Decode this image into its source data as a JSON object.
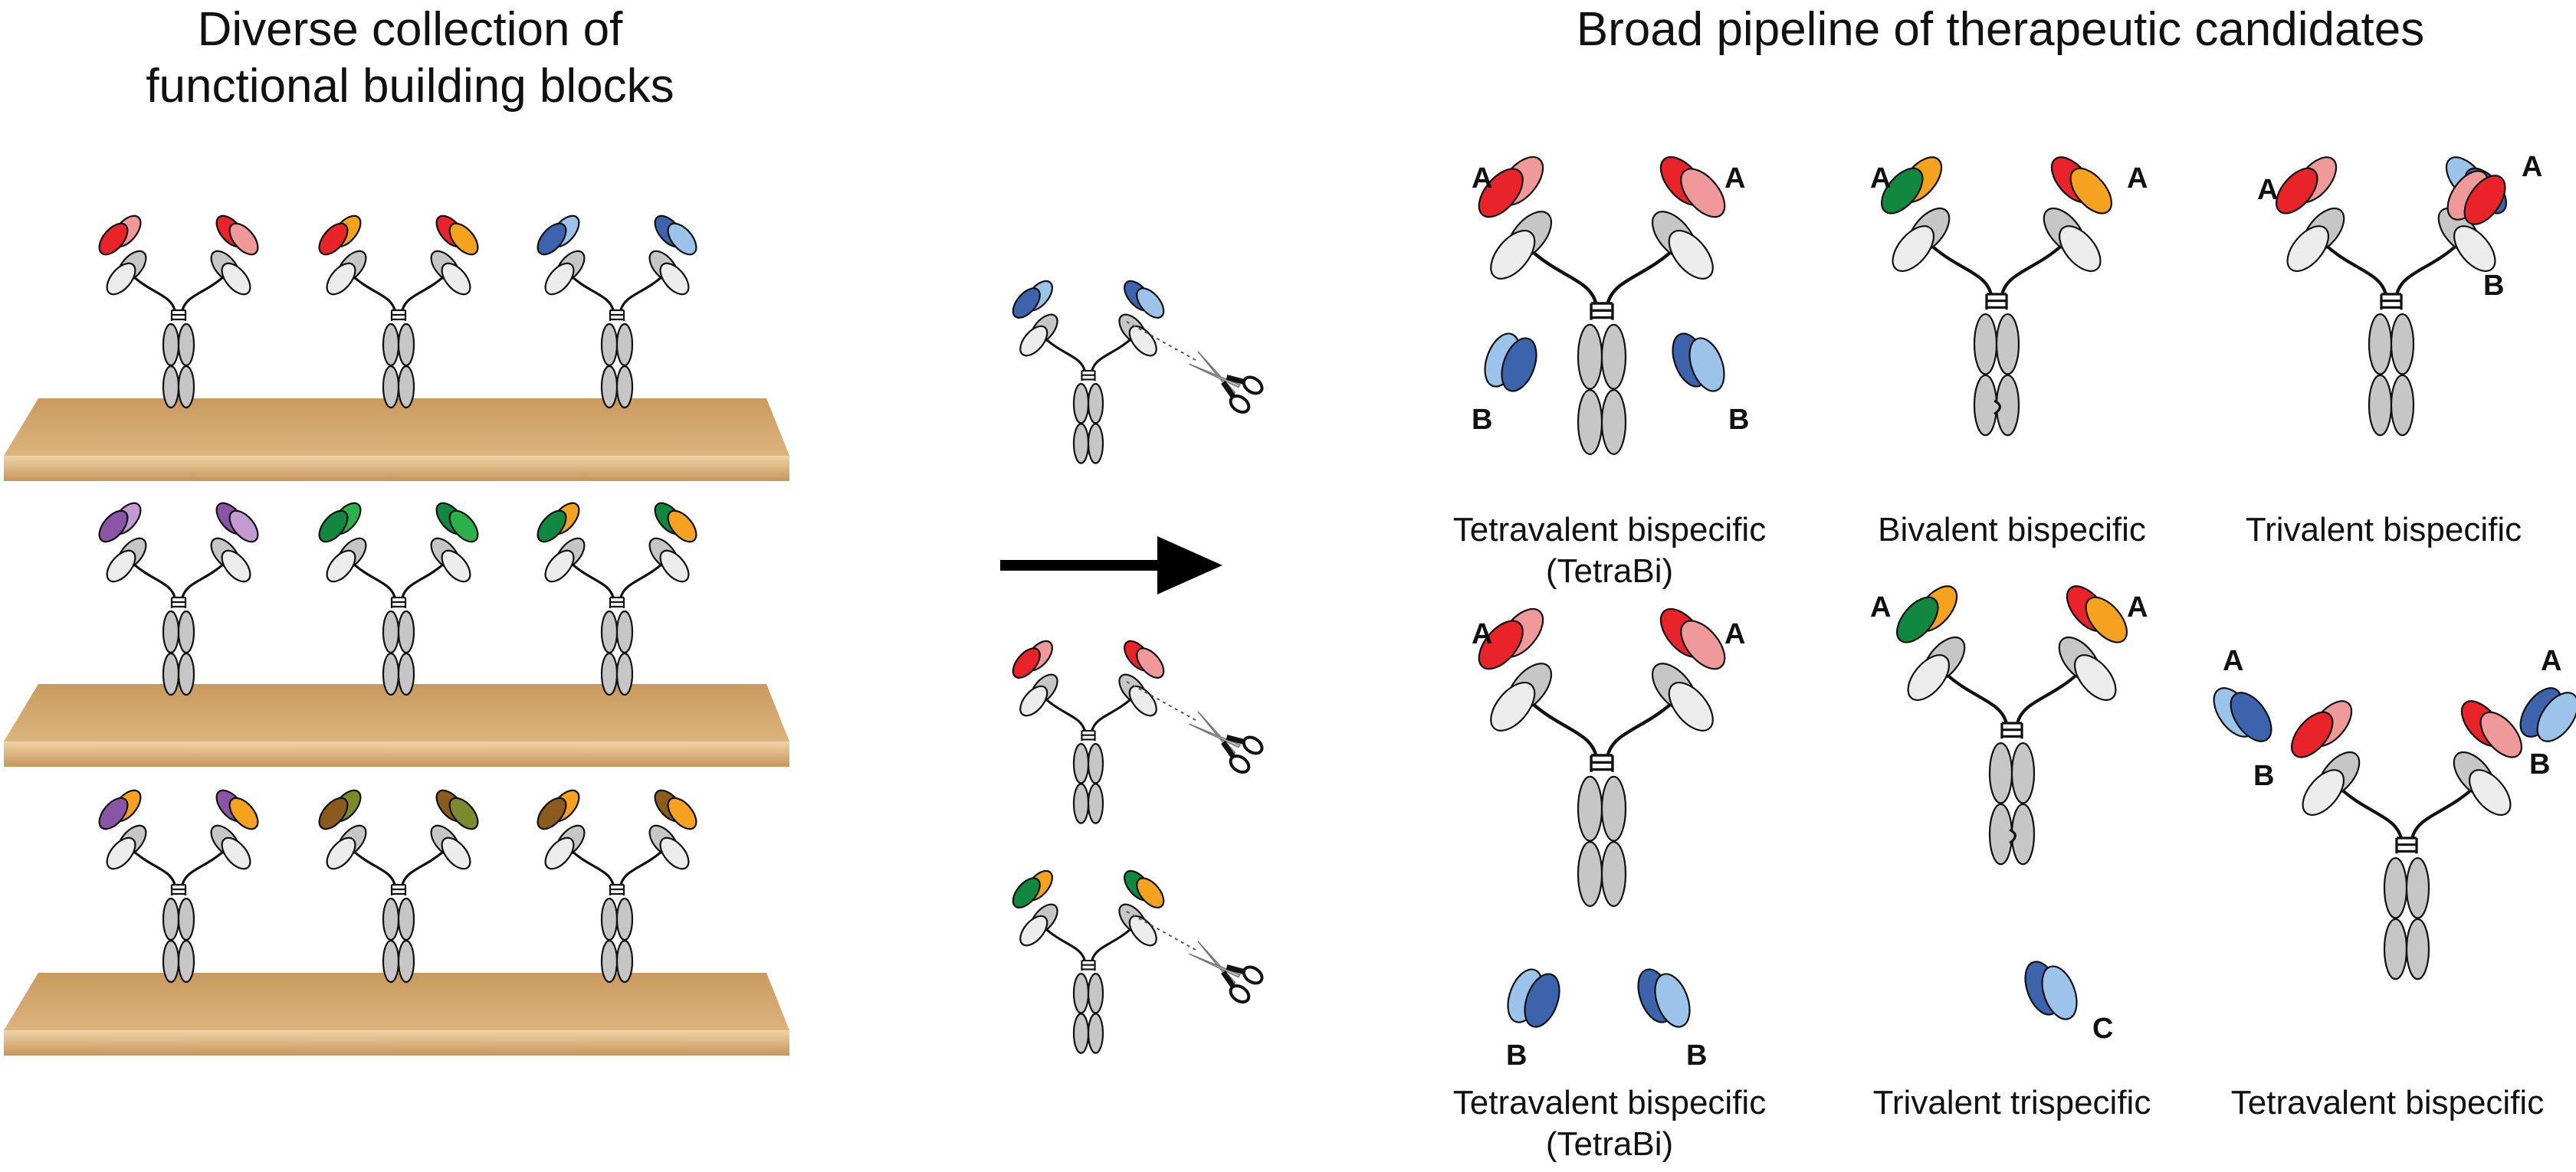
{
  "left_title": "Diverse collection of\nfunctional building blocks",
  "right_title": "Broad pipeline of therapeutic candidates",
  "captions": {
    "tetrabi_1": "Tetravalent bispecific\n(TetraBi)",
    "bivalent": "Bivalent bispecific",
    "trivalent_bi": "Trivalent bispecific",
    "tetrabi_2": "Tetravalent bispecific\n(TetraBi)",
    "trivalent_tri": "Trivalent trispecific",
    "tetravalent_bi": "Tetravalent bispecific"
  },
  "domain_labels": {
    "a": "A",
    "b": "B",
    "c": "C"
  },
  "colors": {
    "red": "#e8232a",
    "pink": "#f0999a",
    "orange": "#f4a21f",
    "lightblue": "#9cc3ea",
    "blue": "#3d63ad",
    "purple": "#8a55a6",
    "lilac": "#c39bd0",
    "green": "#12873f",
    "brightgreen": "#2cb04b",
    "brown": "#8b5a1e",
    "olive": "#7c8a2e",
    "gray": "#c6c6c6",
    "lightgray": "#ececec",
    "shelf": "#d6ab72"
  }
}
